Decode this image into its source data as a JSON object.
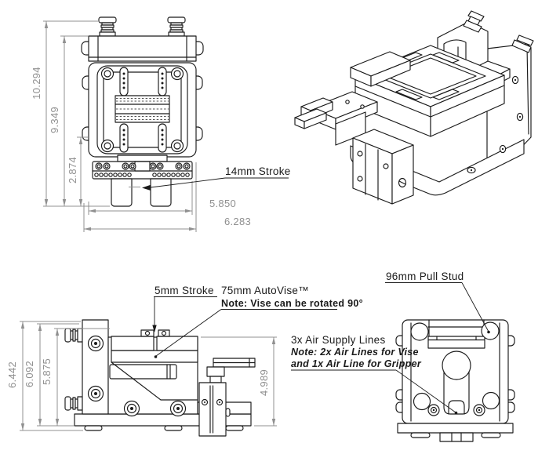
{
  "document": {
    "kind": "CAD multi-view technical drawing of a pneumatic AutoVise and gripper fixture",
    "background": "#ffffff"
  },
  "colors": {
    "drawing_line": "#1a1a1a",
    "dimension_gray": "#909090"
  },
  "views": {
    "front_view": {
      "dimensions": {
        "overall_height": "10.294",
        "body_height": "9.349",
        "gripper_height": "2.874",
        "jaw_width": "5.850",
        "overall_width": "6.283"
      },
      "annotations": {
        "gripper_stroke": "14mm Stroke"
      }
    },
    "isometric_view": {},
    "side_view": {
      "dimensions": {
        "overall_height": "6.442",
        "body_height": "6.092",
        "jaw_height": "5.875",
        "gripper_height": "4.989"
      },
      "annotations": {
        "vise_stroke": "5mm Stroke",
        "vise_model": "75mm AutoVise™",
        "vise_note": "Note: Vise can be rotated 90°"
      }
    },
    "rear_view": {
      "annotations": {
        "pull_stud": "96mm Pull Stud",
        "air_lines": "3x Air Supply Lines",
        "air_note_line1": "Note: 2x Air Lines for Vise",
        "air_note_line2": "and 1x Air Line for Gripper"
      }
    }
  }
}
